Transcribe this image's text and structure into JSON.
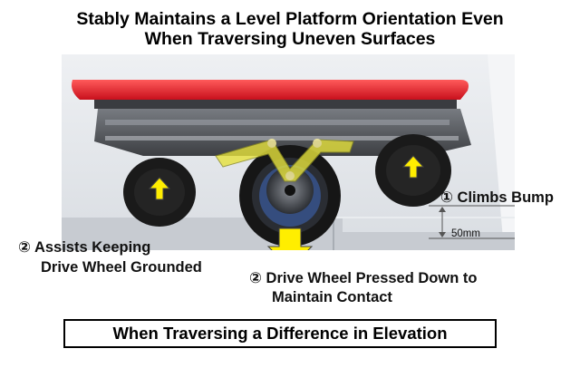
{
  "title": {
    "line1": "Stably Maintains a Level Platform Orientation Even",
    "line2": "When Traversing Uneven Surfaces"
  },
  "labels": {
    "climbs_bump": "① Climbs Bump",
    "assists_line1": "② Assists Keeping",
    "assists_line2": "Drive Wheel Grounded",
    "pressed_line1": "② Drive Wheel Pressed Down to",
    "pressed_line2": "Maintain Contact",
    "height": "50mm"
  },
  "caption": "When Traversing a Difference in Elevation",
  "colors": {
    "arrow": "#ffee00",
    "platform": "#e8202c",
    "wheel": "#1a1a1a",
    "linkage": "#e6e23c"
  }
}
